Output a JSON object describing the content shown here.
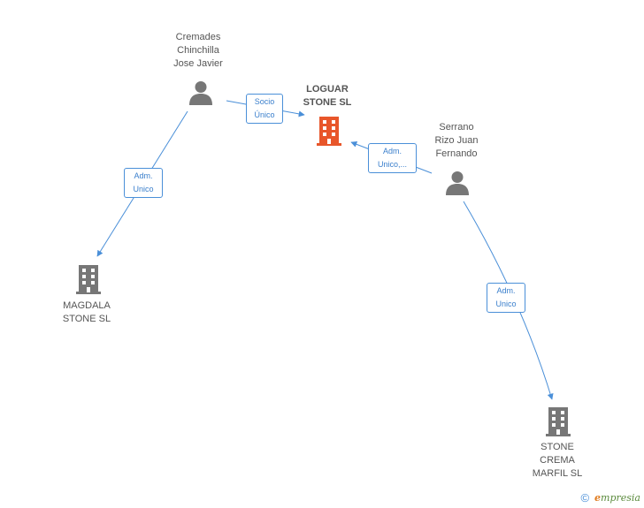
{
  "nodes": {
    "cremades": {
      "lines": "Cremades\nChinchilla\nJose Javier",
      "icon": "person-icon"
    },
    "loguar": {
      "lines": "LOGUAR\nSTONE SL",
      "icon": "building-icon",
      "color": "#e8562a"
    },
    "serrano": {
      "lines": "Serrano\nRizo Juan\nFernando",
      "icon": "person-icon"
    },
    "magdala": {
      "lines": "MAGDALA\nSTONE SL",
      "icon": "building-icon"
    },
    "stone_crema": {
      "lines": "STONE\nCREMA\nMARFIL SL",
      "icon": "building-icon"
    }
  },
  "edges": {
    "socio": {
      "text": "Socio\nÚnico"
    },
    "adm_left": {
      "text": "Adm.\nUnico"
    },
    "adm_mid": {
      "text": "Adm.\nUnico,..."
    },
    "adm_right": {
      "text": "Adm.\nUnico"
    }
  },
  "footer": {
    "copyright": "©",
    "brand_e": "e",
    "brand_rest": "mpresia"
  },
  "colors": {
    "edge": "#4a8fd8",
    "node_gray": "#777777",
    "node_main": "#e8562a"
  }
}
